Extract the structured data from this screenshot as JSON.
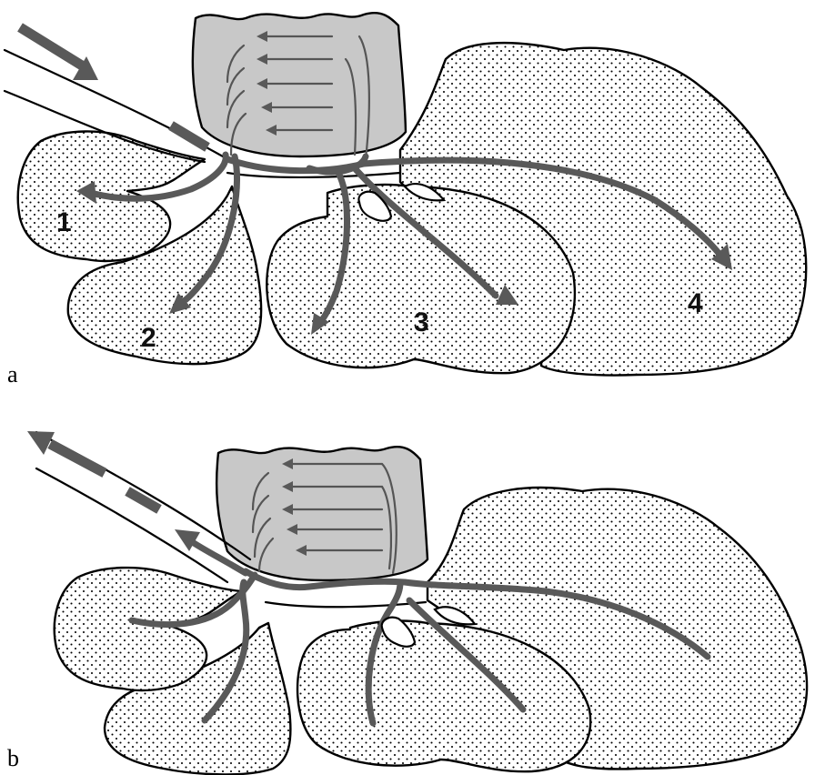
{
  "panels": [
    {
      "id": "a",
      "label": "a",
      "regions": [
        "1",
        "2",
        "3",
        "4"
      ]
    },
    {
      "id": "b",
      "label": "b"
    }
  ],
  "colors": {
    "gland": "#c8c8c8",
    "arrow": "#595959",
    "outline": "#000000",
    "background": "#ffffff"
  }
}
